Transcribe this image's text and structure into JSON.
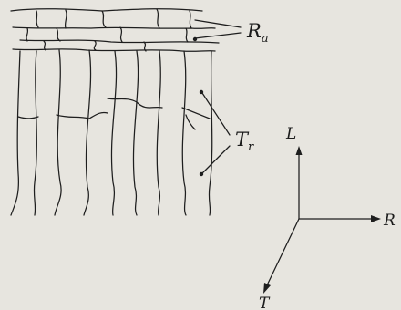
{
  "figure": {
    "labels": {
      "ray": {
        "main": "R",
        "sub": "a"
      },
      "tracheid": {
        "main": "T",
        "sub": "r"
      }
    },
    "axes": {
      "l": "L",
      "r": "R",
      "t": "T"
    }
  }
}
